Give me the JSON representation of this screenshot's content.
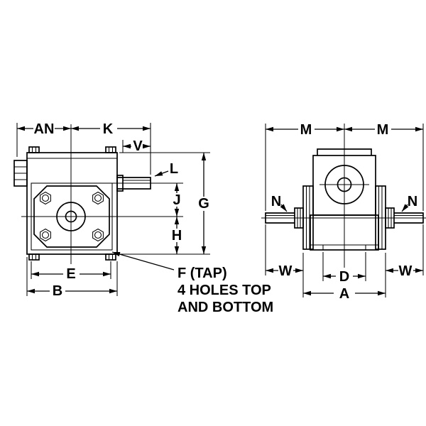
{
  "drawing": {
    "background_color": "#ffffff",
    "line_color": "#000000",
    "side_view": {
      "dim_an": "AN",
      "dim_k": "K",
      "dim_v": "V",
      "dim_l": "L",
      "dim_j": "J",
      "dim_g": "G",
      "dim_h": "H",
      "dim_e": "E",
      "dim_b": "B",
      "tap_note_line1": "F (TAP)",
      "tap_note_line2": "4 HOLES TOP",
      "tap_note_line3": "AND BOTTOM"
    },
    "front_view": {
      "dim_m_left": "M",
      "dim_m_right": "M",
      "dim_n_left": "N",
      "dim_n_right": "N",
      "dim_w_left": "W",
      "dim_d": "D",
      "dim_w_right": "W",
      "dim_a": "A"
    }
  }
}
